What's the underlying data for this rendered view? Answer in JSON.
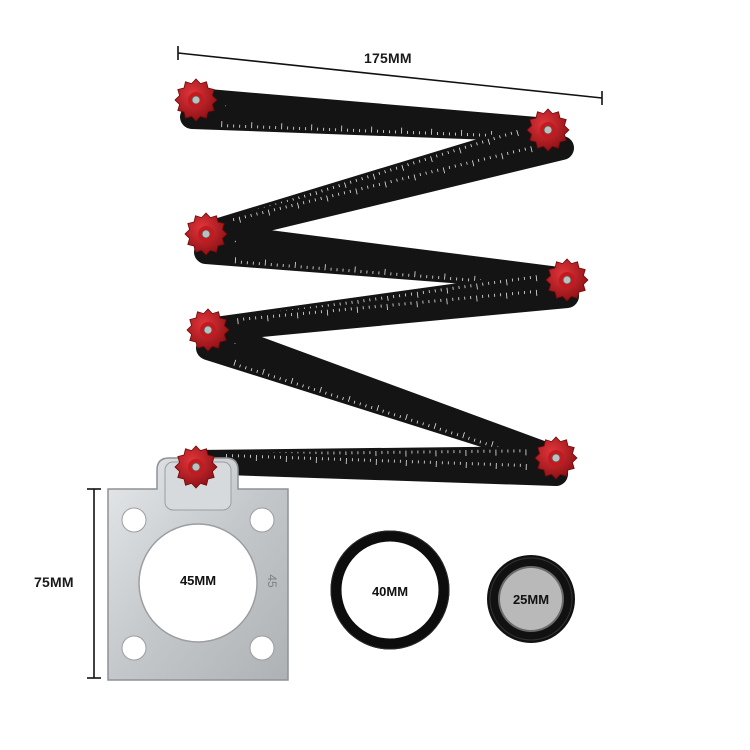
{
  "dimensions": {
    "width_label": "175MM",
    "height_label": "75MM"
  },
  "plate": {
    "hole_label": "45MM",
    "stamp": "45"
  },
  "rings": [
    {
      "label": "40MM"
    },
    {
      "label": "25MM"
    }
  ],
  "colors": {
    "arm": "#141414",
    "knob": "#c41a1f",
    "plate": "#c9cccf",
    "ring": "#0d0d0d",
    "background": "#ffffff"
  }
}
